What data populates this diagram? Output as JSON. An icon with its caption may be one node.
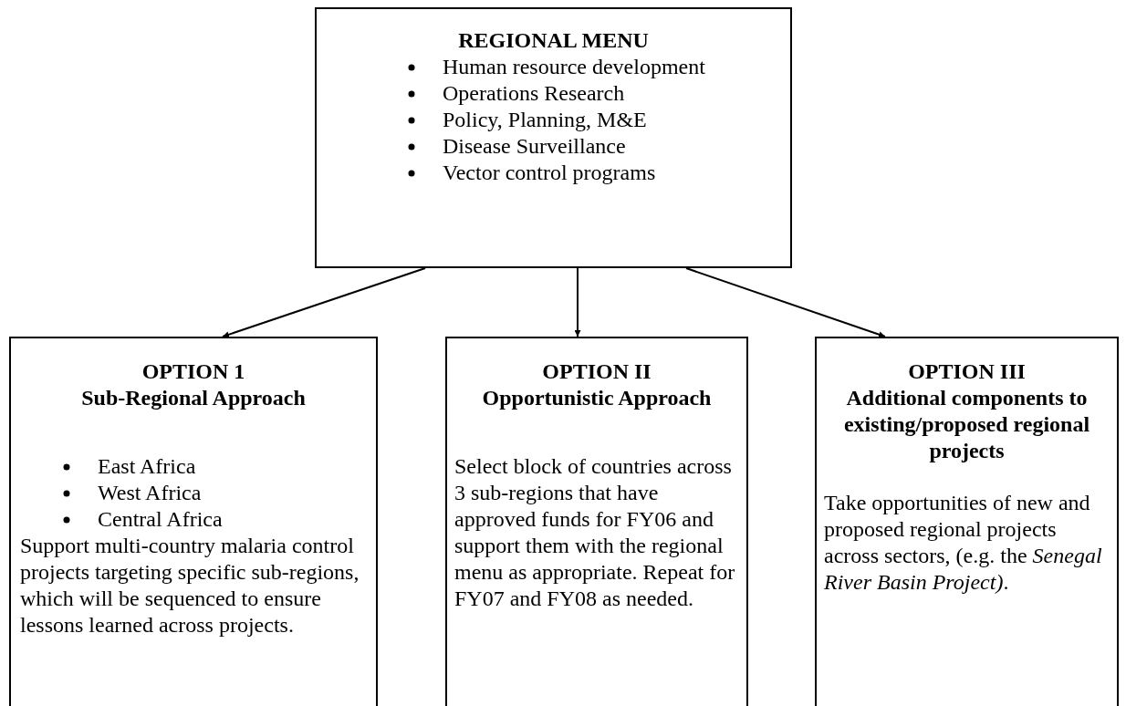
{
  "diagram": {
    "nodes": [
      {
        "text": [
          "REGIONAL MENU",
          "Human resource development",
          "Operations Research",
          "Policy, Planning, M&E",
          "Disease Surveillance",
          "Vector control programs"
        ]
      },
      {
        "text": [
          "OPTION 1",
          "Sub-Regional Approach",
          "East Africa",
          "West Africa",
          "Central Africa",
          "Support multi-country malaria control projects targeting specific sub-regions, which will be sequenced to ensure lessons learned across projects."
        ]
      },
      {
        "text": [
          "OPTION II",
          "Opportunistic Approach",
          "Select block of countries across 3 sub-regions that have approved funds for FY06 and support them with the regional menu as appropriate. Repeat for FY07 and FY08 as needed."
        ]
      },
      {
        "text": [
          "OPTION III",
          "Additional components to existing/proposed regional projects",
          "Take opportunities of new and proposed regional projects across sectors, (e.g. the *Senegal River Basin Project)*."
        ]
      }
    ],
    "edges": [
      {
        "from": 0,
        "to": 1,
        "arrow": "to"
      },
      {
        "from": 0,
        "to": 2,
        "arrow": "to"
      },
      {
        "from": 0,
        "to": 3,
        "arrow": "to"
      }
    ]
  }
}
